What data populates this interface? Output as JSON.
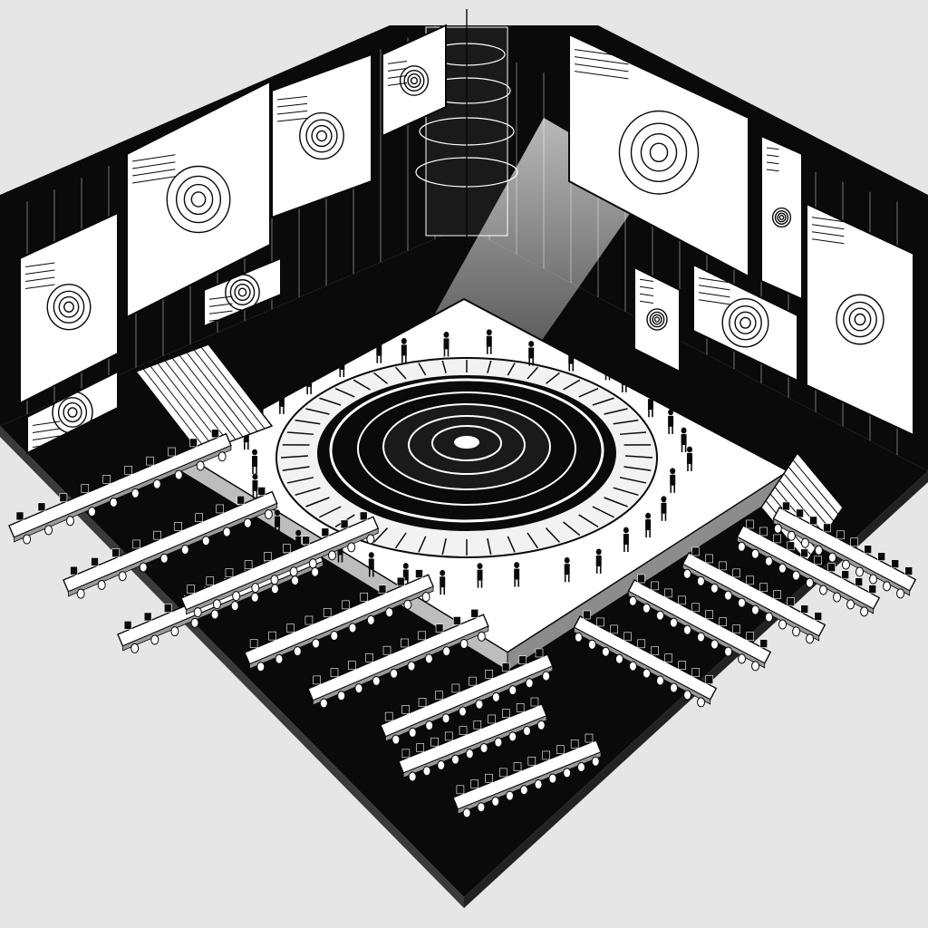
{
  "scene": {
    "kind": "isometric illustration",
    "palette": {
      "ink": "#0a0a0a",
      "paper": "#ffffff",
      "background": "#e6e6e6",
      "mid_gray": "#9a9a9a",
      "light_gray": "#cfcfcf"
    },
    "floor_workstation_rows": 14,
    "screens_per_row": 10,
    "wall_panels": 11,
    "people_on_ring": 34
  }
}
